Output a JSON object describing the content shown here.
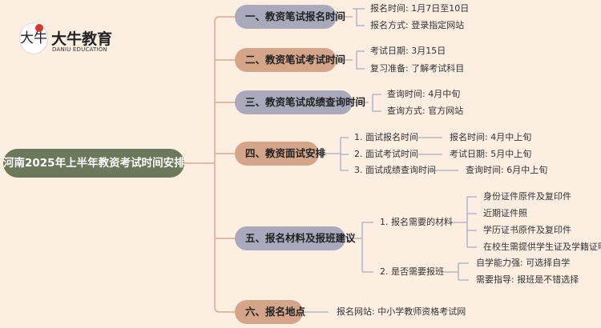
{
  "logo": {
    "name_cn": "大牛教育",
    "name_en": "DANIU EDUCATION",
    "mark": "大牛"
  },
  "root": "河南2025年上半年教资考试时间安排",
  "branches": [
    {
      "label": "一、教资笔试报名时间",
      "children": [
        "报名时间: 1月7日至10日",
        "报名方式: 登录指定网站"
      ]
    },
    {
      "label": "二、教资笔试考试时间",
      "children": [
        "考试日期: 3月15日",
        "复习准备: 了解考试科目"
      ]
    },
    {
      "label": "三、教资笔试成绩查询时间",
      "children": [
        "查询时间: 4月中旬",
        "查询方式: 官方网站"
      ]
    },
    {
      "label": "四、教资面试安排",
      "children": [
        {
          "label": "1. 面试报名时间",
          "leaf": "报名时间: 4月中上旬"
        },
        {
          "label": "2. 面试考试时间",
          "leaf": "考试日期: 5月中上旬"
        },
        {
          "label": "3. 面试成绩查询时间",
          "leaf": "查询时间: 6月中上旬"
        }
      ]
    },
    {
      "label": "五、报名材料及报班建议",
      "children": [
        {
          "label": "1. 报名需要的材料",
          "leaves": [
            "身份证件原件及复印件",
            "近期证件照",
            "学历证书原件及复印件",
            "在校生需提供学生证及学籍证明"
          ]
        },
        {
          "label": "2. 是否需要报班",
          "leaves": [
            "自学能力强: 可选择自学",
            "需要指导: 报班是不错选择"
          ]
        }
      ]
    },
    {
      "label": "六、报名地点",
      "children": [
        "报名网站: 中小学教师资格考试网"
      ]
    }
  ],
  "colors": {
    "background": "#fdeee2",
    "root": "#6b785a",
    "gray_node": "#a9a9bb",
    "tan_node": "#d5a58a",
    "trunk_line": "#dca88a",
    "branch_line": "#a9abc3"
  }
}
